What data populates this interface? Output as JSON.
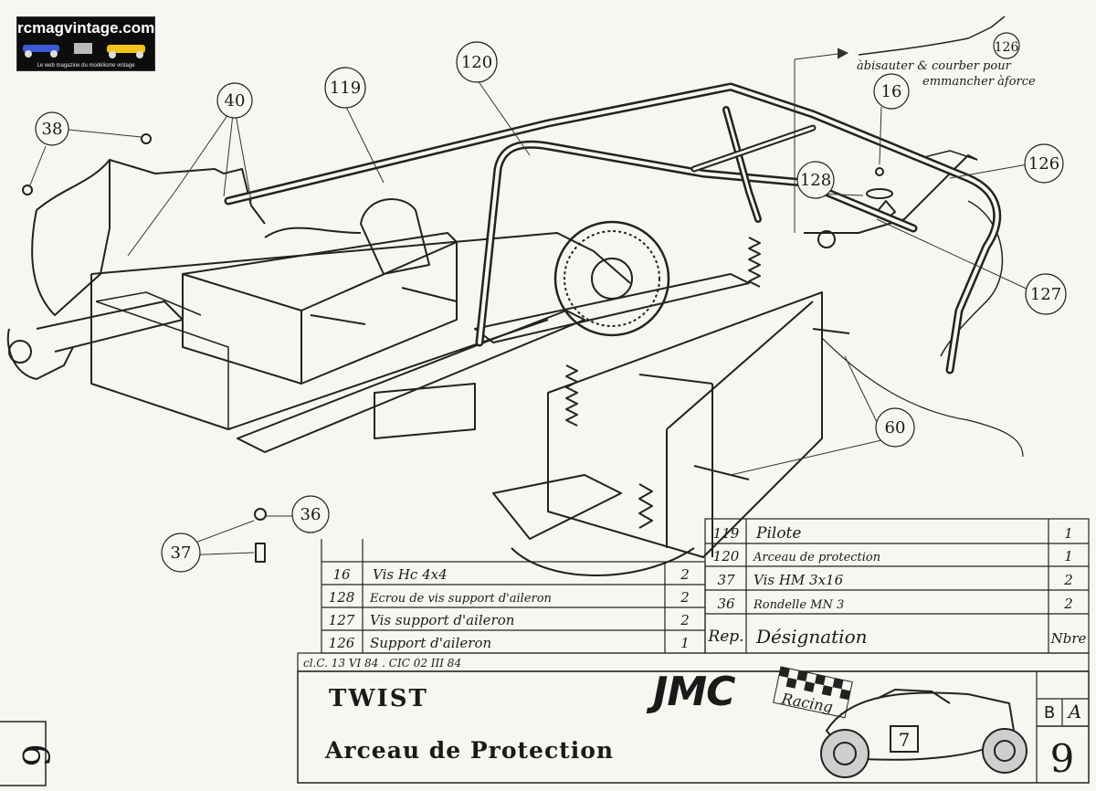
{
  "watermark": {
    "site": "rcmagvintage.com",
    "tagline": "Le web magazine du modélisme vintage"
  },
  "callouts": [
    "38",
    "40",
    "119",
    "120",
    "126",
    "16",
    "128",
    "126",
    "127",
    "60",
    "36",
    "37"
  ],
  "note": {
    "line1": "àbisauter & courber pour",
    "line2": "emmancher àforce"
  },
  "bom_left": [
    {
      "rep": "16",
      "designation": "Vis Hc 4x4",
      "qty": "2"
    },
    {
      "rep": "128",
      "designation": "Ecrou de vis support d'aileron",
      "qty": "2"
    },
    {
      "rep": "127",
      "designation": "Vis support d'aileron",
      "qty": "2"
    },
    {
      "rep": "126",
      "designation": "Support d'aileron",
      "qty": "1"
    }
  ],
  "bom_right": [
    {
      "rep": "119",
      "designation": "Pilote",
      "qty": "1"
    },
    {
      "rep": "120",
      "designation": "Arceau de protection",
      "qty": "1"
    },
    {
      "rep": "37",
      "designation": "Vis HM 3x16",
      "qty": "2"
    },
    {
      "rep": "36",
      "designation": "Rondelle MN 3",
      "qty": "2"
    }
  ],
  "bom_header": {
    "rep": "Rep.",
    "designation": "Désignation",
    "qty": "Nbre"
  },
  "revision": "cl.C. 13 VI 84 . CIC 02 III 84",
  "title_block": {
    "model": "TWIST",
    "part": "Arceau de Protection",
    "brand": "JMC",
    "brand_sub": "Racing",
    "car_number": "7",
    "sheet_letter_b": "B",
    "sheet_letter_a": "A",
    "sheet_number": "9",
    "edge_number": "6"
  }
}
